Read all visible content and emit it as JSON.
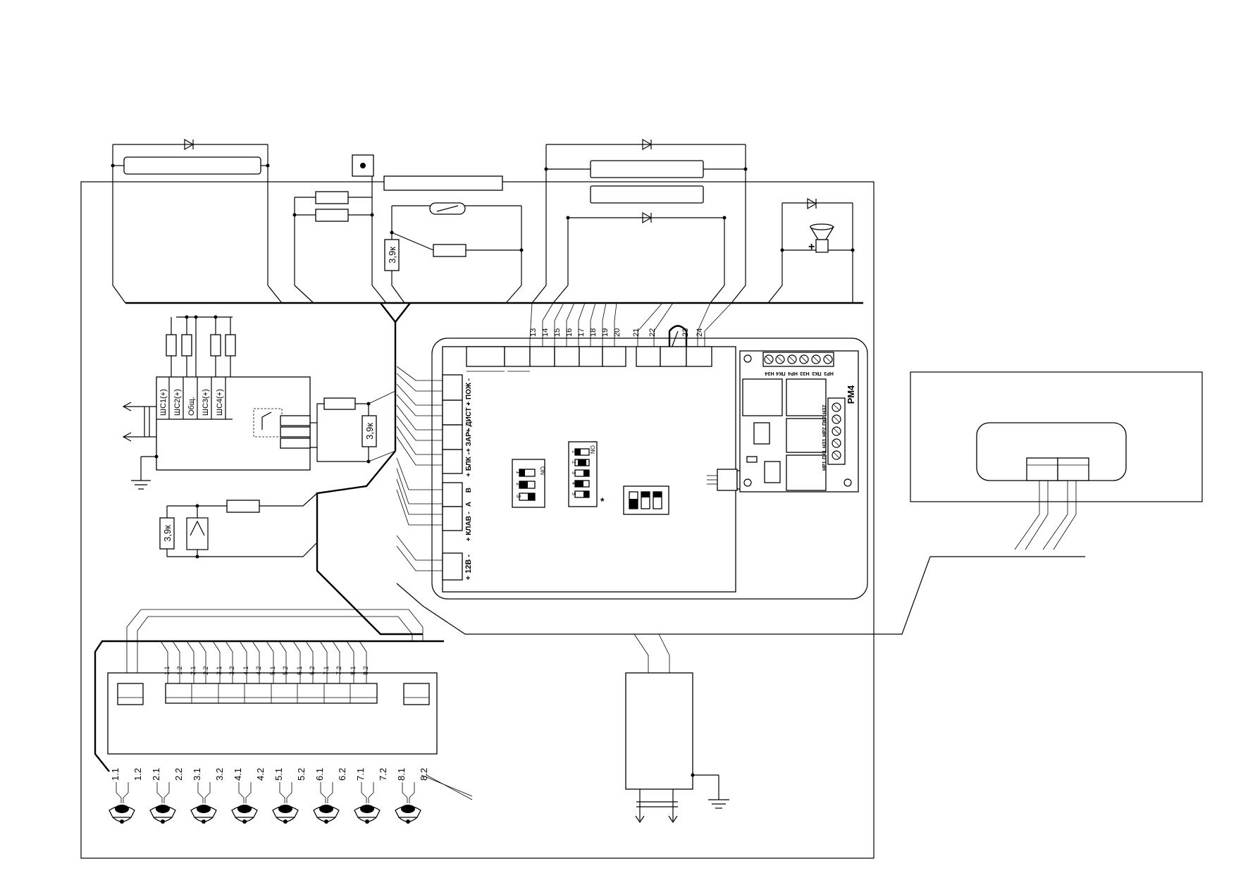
{
  "resistor_labels": {
    "top_center": "3,9к",
    "mid_module": "3,9к",
    "lower_left": "3,9к"
  },
  "terminal_numbers": [
    "13",
    "14",
    "15",
    "16",
    "17",
    "18",
    "19",
    "20",
    "21",
    "22",
    "23",
    "24"
  ],
  "zone_module": {
    "labels": [
      "ШС1(+)",
      "ШС2(+)",
      "Общ.",
      "ШС3(+)",
      "ШС4(+)"
    ]
  },
  "main_board": {
    "left_labels": [
      "+ ПОЖ -",
      "+ ДИСТ -",
      "+ ЗАР -",
      "+ БЛК -",
      "В",
      "А",
      "+ КЛАВ -",
      "+ 12В -"
    ],
    "dip_a": {
      "numbers": [
        "1",
        "2",
        "3"
      ],
      "on": "ON"
    },
    "dip_b": {
      "numbers": [
        "1",
        "2",
        "3",
        "4",
        "5"
      ],
      "on": "ON"
    },
    "star": "*"
  },
  "relay_module": {
    "title": "РМ4",
    "top_terms": [
      "НЗ4",
      "ПК4",
      "НР4",
      "НЗ3",
      "ПК3",
      "НР3"
    ],
    "side_terms": [
      "НР1",
      "ПК1",
      "НЗ1",
      "НР2",
      "ПК2",
      "НЗ2"
    ]
  },
  "expander": {
    "terms": [
      "1.1",
      "1.2",
      "2.1",
      "2.2",
      "3.1",
      "3.2",
      "4.1",
      "4.2",
      "5.1",
      "5.2",
      "6.1",
      "6.2",
      "7.1",
      "7.2",
      "8.1",
      "8.2"
    ]
  },
  "detectors": {
    "labels": [
      "1.1",
      "1.2",
      "2.1",
      "2.2",
      "3.1",
      "3.2",
      "4.1",
      "4.2",
      "5.1",
      "5.2",
      "6.1",
      "6.2",
      "7.1",
      "7.2",
      "8.1",
      "8.2"
    ]
  },
  "siren": {
    "plus": "+"
  }
}
